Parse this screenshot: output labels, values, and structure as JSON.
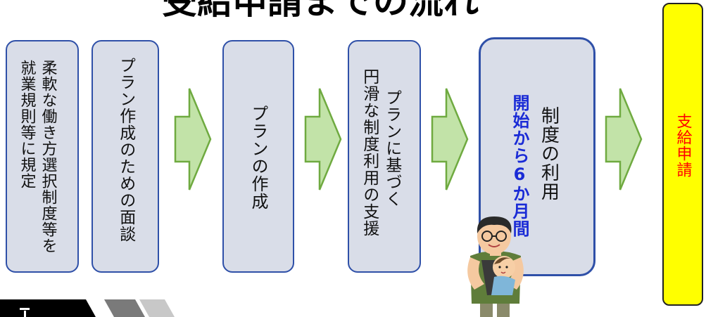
{
  "title": "受給申請までの流れ",
  "steps": [
    {
      "lines": [
        "柔軟な働き方選択制度等を",
        "就業規則等に規定"
      ]
    },
    {
      "lines": [
        "プラン作成のための面談"
      ]
    },
    {
      "lines": [
        "プランの作成"
      ]
    },
    {
      "lines": [
        "プランに基づく",
        "円滑な制度利用の支援"
      ]
    },
    {
      "lines": [
        "制度の利用"
      ],
      "highlight": "開始から6か月間"
    }
  ],
  "final": {
    "label": "支給申請"
  },
  "colors": {
    "step_fill": "#d9dde8",
    "step_border": "#2f50a8",
    "arrow_fill": "#c2e3a8",
    "arrow_stroke": "#6faa40",
    "highlight": "#1a2bd6",
    "final_fill": "#ffff00",
    "final_text": "#ff0000"
  }
}
